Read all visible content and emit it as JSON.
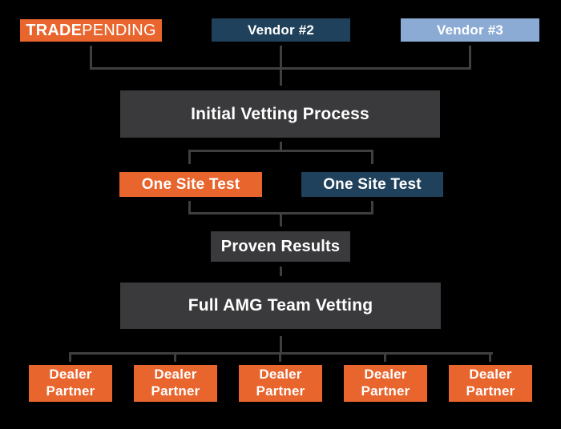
{
  "colors": {
    "background": "#000000",
    "orange": "#e8652d",
    "navy": "#20415b",
    "light_blue": "#8babd5",
    "gray_box": "#3a3a3c",
    "line": "#3f3f41",
    "text_white": "#ffffff"
  },
  "top_row": {
    "logo": {
      "brand_bold": "TRADE",
      "brand_light": "PENDING"
    },
    "vendor2": "Vendor #2",
    "vendor3": "Vendor #3"
  },
  "flow": {
    "initial_vetting": "Initial Vetting Process",
    "one_site_test_left": "One Site Test",
    "one_site_test_right": "One Site Test",
    "proven_results": "Proven Results",
    "full_amg_vetting": "Full AMG Team Vetting"
  },
  "dealer_partners": [
    {
      "line1": "Dealer",
      "line2": "Partner"
    },
    {
      "line1": "Dealer",
      "line2": "Partner"
    },
    {
      "line1": "Dealer",
      "line2": "Partner"
    },
    {
      "line1": "Dealer",
      "line2": "Partner"
    },
    {
      "line1": "Dealer",
      "line2": "Partner"
    }
  ]
}
